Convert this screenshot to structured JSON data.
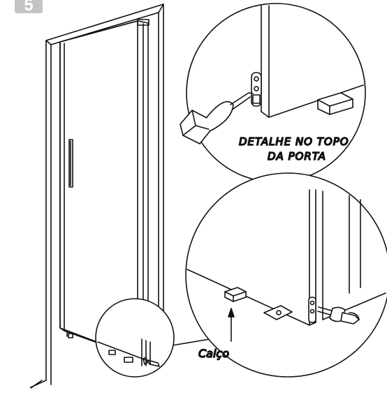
{
  "step": {
    "number": "5"
  },
  "callouts": {
    "top_detail_line1": "DETALHE NO TOPO",
    "top_detail_line2": "DA PORTA",
    "shim_label": "Calço"
  }
}
